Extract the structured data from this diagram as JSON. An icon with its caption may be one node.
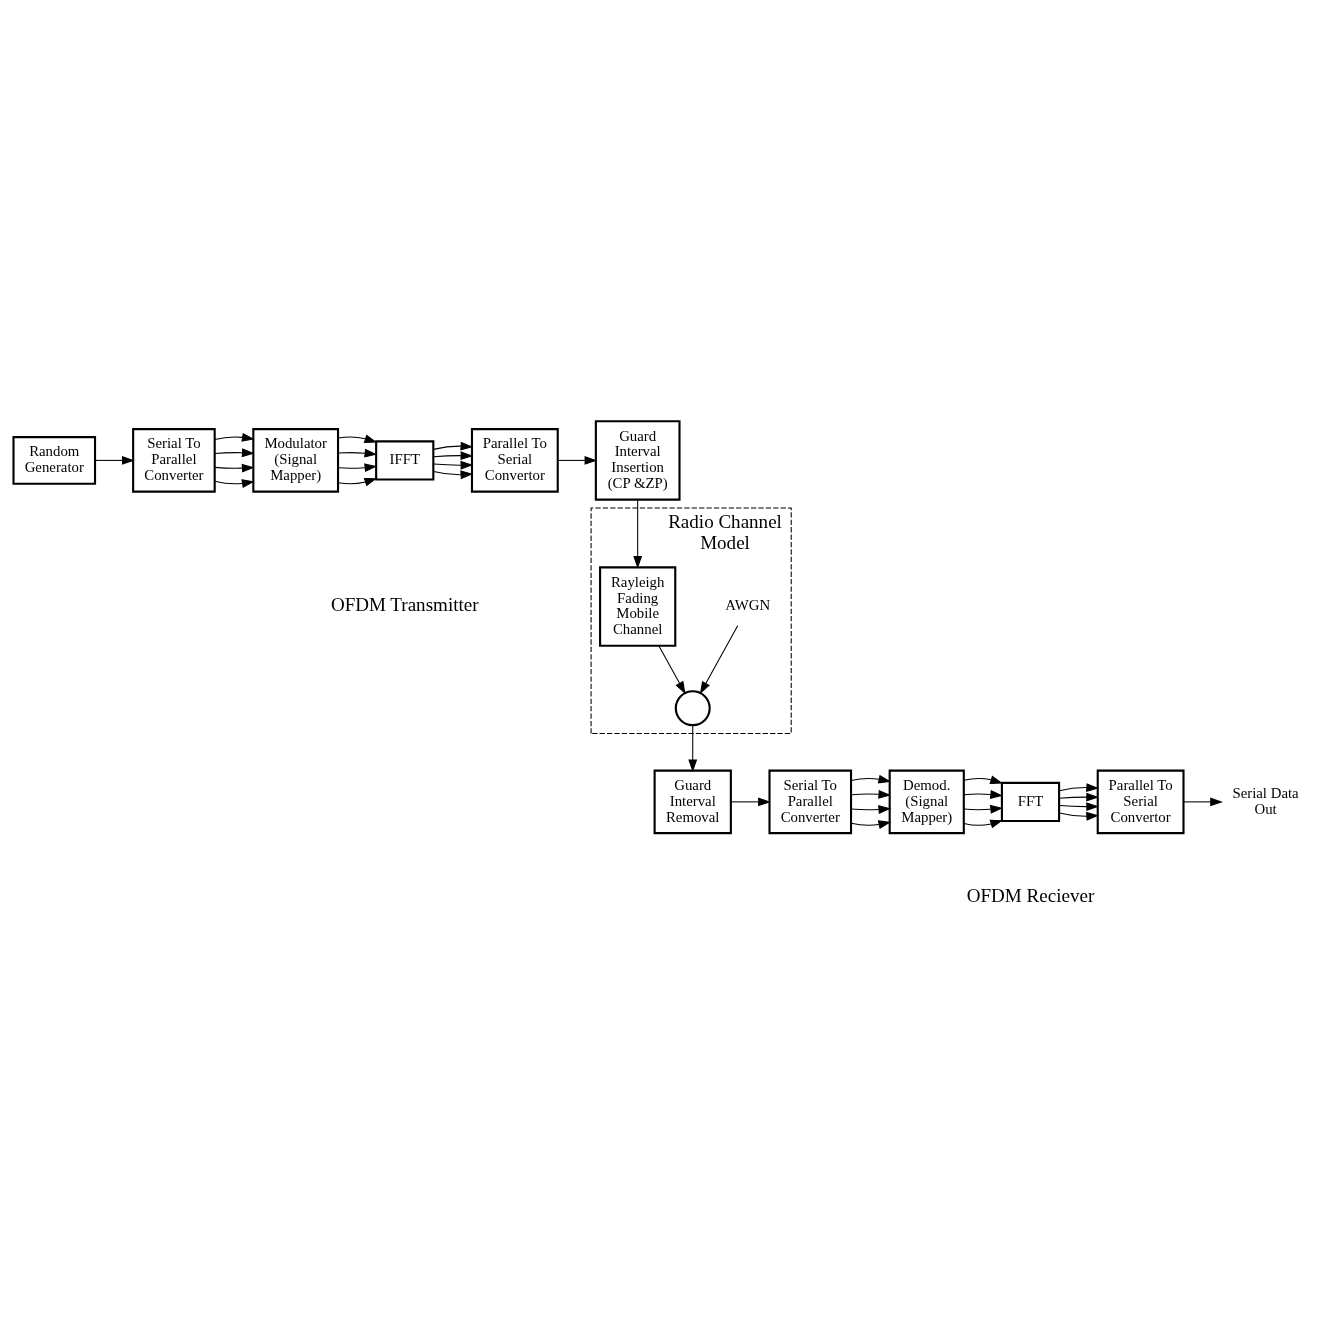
{
  "diagram": {
    "nodes": [
      {
        "text": [
          "Random Generator"
        ]
      },
      {
        "text": [
          "Serial To Parallel Converter"
        ]
      },
      {
        "text": [
          "Modulator (Signal Mapper)"
        ]
      },
      {
        "text": [
          "IFFT"
        ]
      },
      {
        "text": [
          "Parallel To Serial Convertor"
        ]
      },
      {
        "text": [
          "Guard Interval Insertion (CP &ZP)"
        ]
      },
      {
        "text": [
          "Radio Channel Model"
        ]
      },
      {
        "text": [
          "AWGN"
        ],
        "in": 6
      },
      {
        "text": [],
        "shape": "circle",
        "in": 6
      },
      {
        "text": [
          "Rayleigh Fading Mobile Channel"
        ],
        "in": 6
      },
      {
        "text": [
          "Guard Interval Removal"
        ]
      },
      {
        "text": [
          "Serial To Parallel Converter"
        ]
      },
      {
        "text": [
          "Demod. (Signal Mapper)"
        ]
      },
      {
        "text": [
          "FFT"
        ]
      },
      {
        "text": [
          "Parallel To Serial Convertor"
        ]
      },
      {
        "text": [
          "Serial Data Out"
        ]
      }
    ],
    "edges": [
      {
        "from": 0,
        "to": 1,
        "arrow": "to"
      },
      {
        "from": 1,
        "to": 2,
        "arrow": "to"
      },
      {
        "from": 1,
        "to": 2,
        "arrow": "to"
      },
      {
        "from": 1,
        "to": 2,
        "arrow": "to"
      },
      {
        "from": 1,
        "to": 2,
        "arrow": "to"
      },
      {
        "from": 2,
        "to": 3,
        "arrow": "to"
      },
      {
        "from": 2,
        "to": 3,
        "arrow": "to"
      },
      {
        "from": 2,
        "to": 3,
        "arrow": "to"
      },
      {
        "from": 2,
        "to": 3,
        "arrow": "to"
      },
      {
        "from": 3,
        "to": 4,
        "arrow": "to"
      },
      {
        "from": 3,
        "to": 4,
        "arrow": "to"
      },
      {
        "from": 3,
        "to": 4,
        "arrow": "to"
      },
      {
        "from": 3,
        "to": 4,
        "arrow": "to"
      },
      {
        "from": 4,
        "to": 5,
        "arrow": "to"
      },
      {
        "from": 5,
        "to": 9,
        "arrow": "to"
      },
      {
        "from": 7,
        "to": 8,
        "arrow": "to"
      },
      {
        "from": 9,
        "to": 8,
        "arrow": "to"
      },
      {
        "from": 8,
        "to": 10,
        "arrow": "to"
      },
      {
        "from": 10,
        "to": 11,
        "arrow": "to"
      },
      {
        "from": 11,
        "to": 12,
        "arrow": "to"
      },
      {
        "from": 11,
        "to": 12,
        "arrow": "to"
      },
      {
        "from": 11,
        "to": 12,
        "arrow": "to"
      },
      {
        "from": 11,
        "to": 12,
        "arrow": "to"
      },
      {
        "from": 12,
        "to": 13,
        "arrow": "to"
      },
      {
        "from": 12,
        "to": 13,
        "arrow": "to"
      },
      {
        "from": 12,
        "to": 13,
        "arrow": "to"
      },
      {
        "from": 12,
        "to": 13,
        "arrow": "to"
      },
      {
        "from": 13,
        "to": 14,
        "arrow": "to"
      },
      {
        "from": 13,
        "to": 14,
        "arrow": "to"
      },
      {
        "from": 13,
        "to": 14,
        "arrow": "to"
      },
      {
        "from": 13,
        "to": 14,
        "arrow": "to"
      },
      {
        "from": 14,
        "to": 15,
        "arrow": "to"
      }
    ],
    "labels": [
      "OFDM Transmitter",
      "OFDM Reciever"
    ]
  }
}
